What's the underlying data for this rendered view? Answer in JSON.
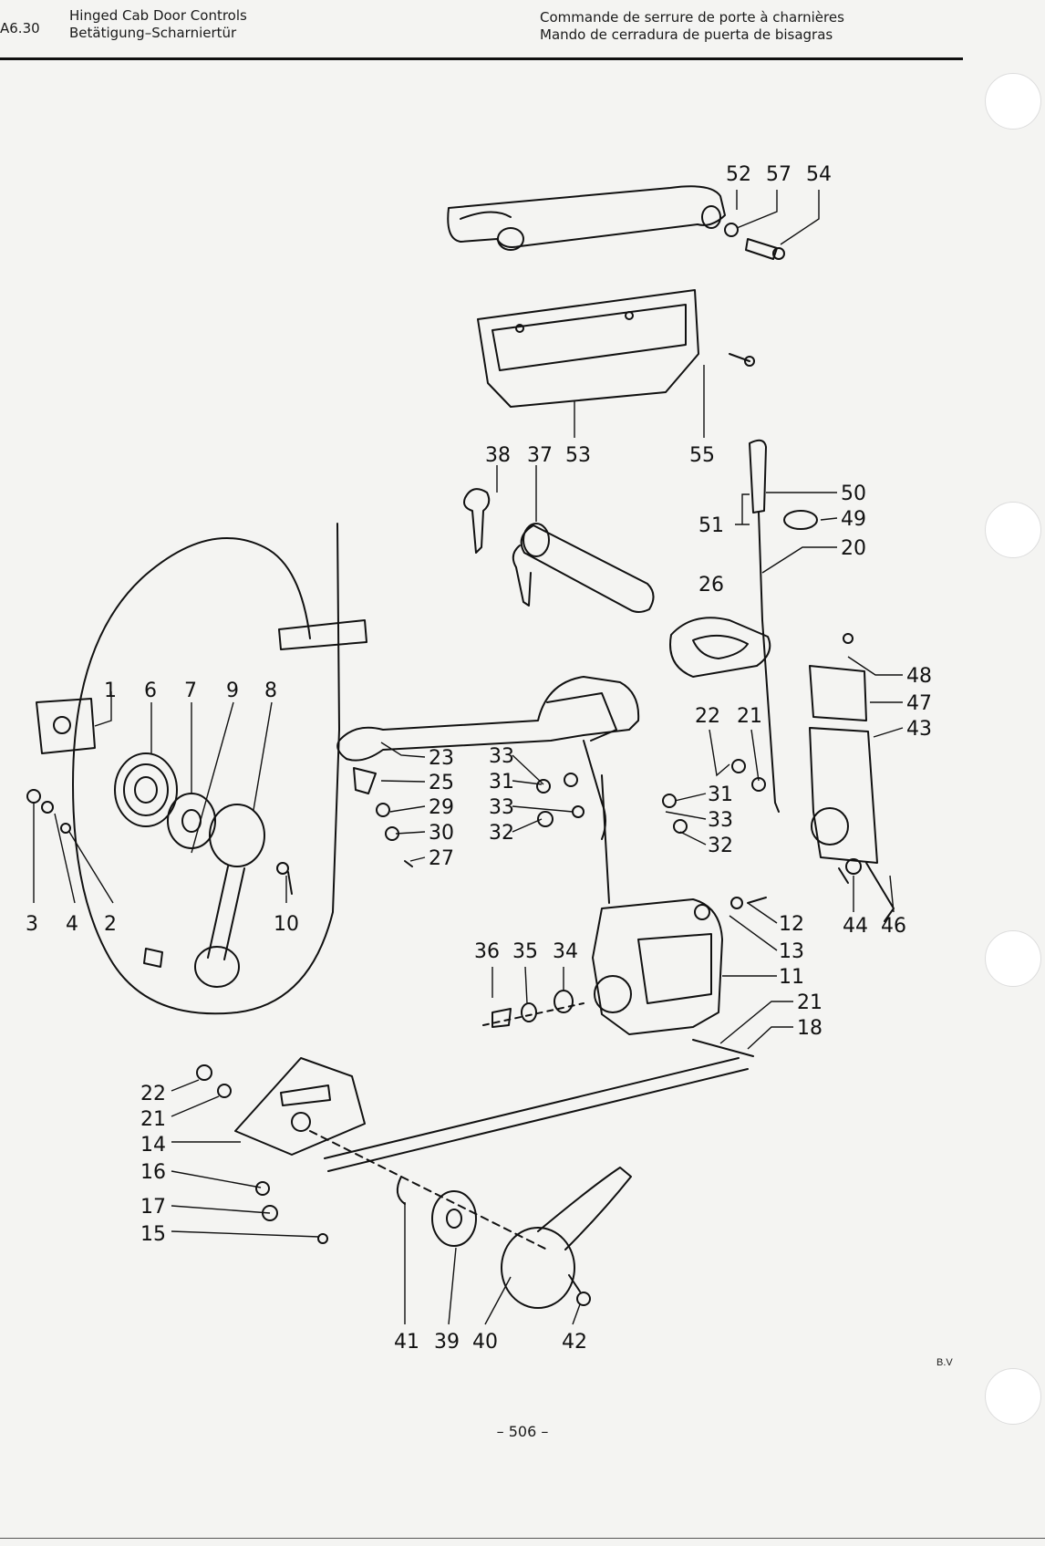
{
  "header": {
    "section": "A6.30",
    "titles_left": [
      "Hinged Cab Door Controls",
      "Betätigung–Scharniertür"
    ],
    "titles_right": [
      "Commande de serrure de porte à charnières",
      "Mando de cerradura de puerta de bisagras"
    ]
  },
  "callouts": [
    "52",
    "57",
    "54",
    "38",
    "37",
    "53",
    "55",
    "50",
    "51",
    "49",
    "20",
    "26",
    "48",
    "47",
    "43",
    "1",
    "6",
    "7",
    "9",
    "8",
    "23",
    "25",
    "29",
    "30",
    "27",
    "33",
    "31",
    "33",
    "32",
    "22",
    "21",
    "31",
    "33",
    "32",
    "3",
    "4",
    "2",
    "10",
    "12",
    "13",
    "11",
    "44",
    "46",
    "36",
    "35",
    "34",
    "21",
    "18",
    "22",
    "21",
    "14",
    "16",
    "17",
    "15",
    "41",
    "39",
    "40",
    "42"
  ],
  "footer": {
    "page_number": "– 506 –",
    "mark": "B.V"
  }
}
